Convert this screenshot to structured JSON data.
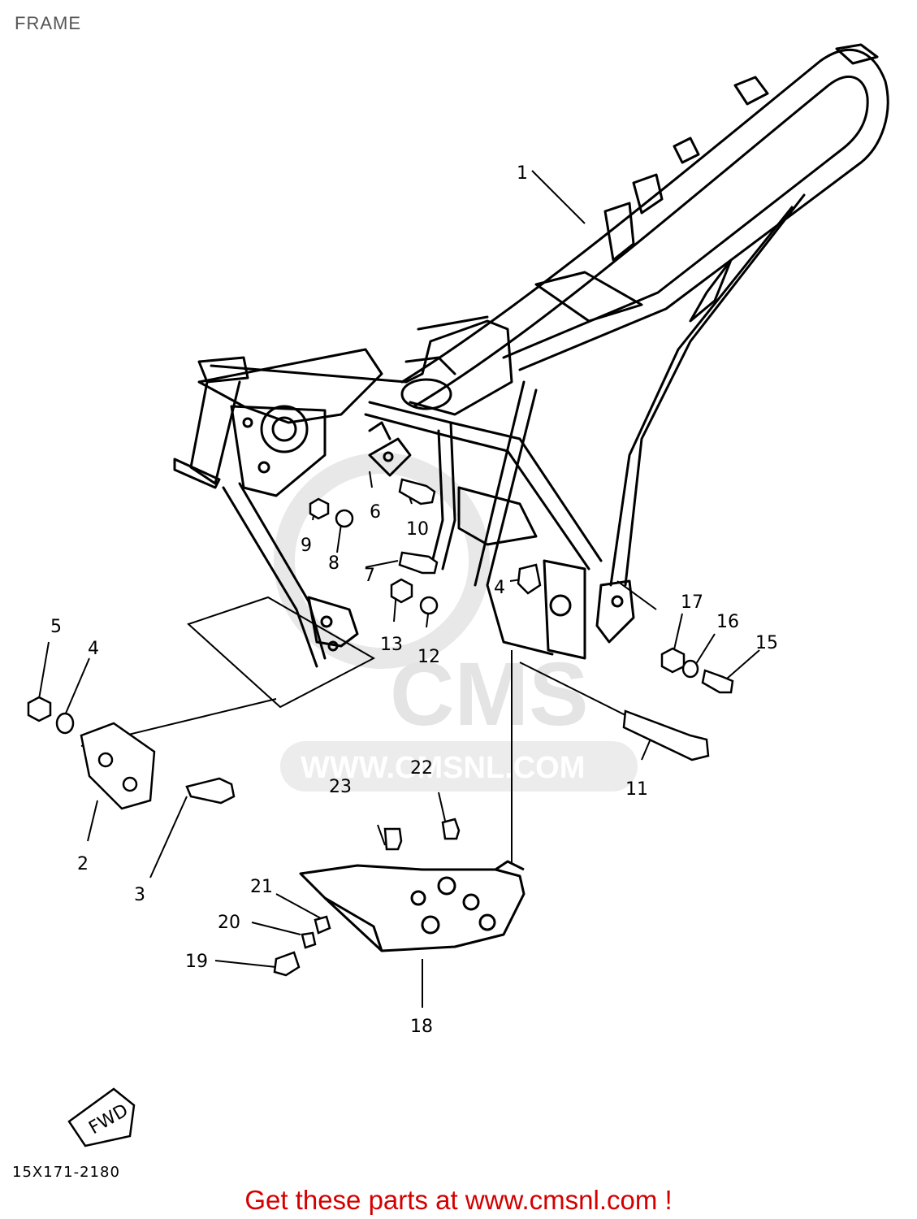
{
  "title": "FRAME",
  "watermark": {
    "logo": "CMS",
    "url": "WWW.CMSNL.COM"
  },
  "diagram_code": "15X171-2180",
  "fwd_arrow_label": "FWD",
  "part_labels": {
    "p1": "1",
    "p2": "2",
    "p3": "3",
    "p4a": "4",
    "p4b": "4",
    "p5": "5",
    "p6": "6",
    "p7": "7",
    "p8": "8",
    "p9": "9",
    "p10": "10",
    "p11": "11",
    "p12": "12",
    "p13": "13",
    "p15": "15",
    "p16": "16",
    "p17": "17",
    "p18": "18",
    "p19": "19",
    "p20": "20",
    "p21": "21",
    "p22": "22",
    "p23": "23"
  },
  "footer": {
    "link_text": "Get these parts at www.cmsnl.com !"
  },
  "colors": {
    "link": "#d40000",
    "title": "#555555",
    "watermark": "#e4e4e4",
    "line": "#000000"
  }
}
